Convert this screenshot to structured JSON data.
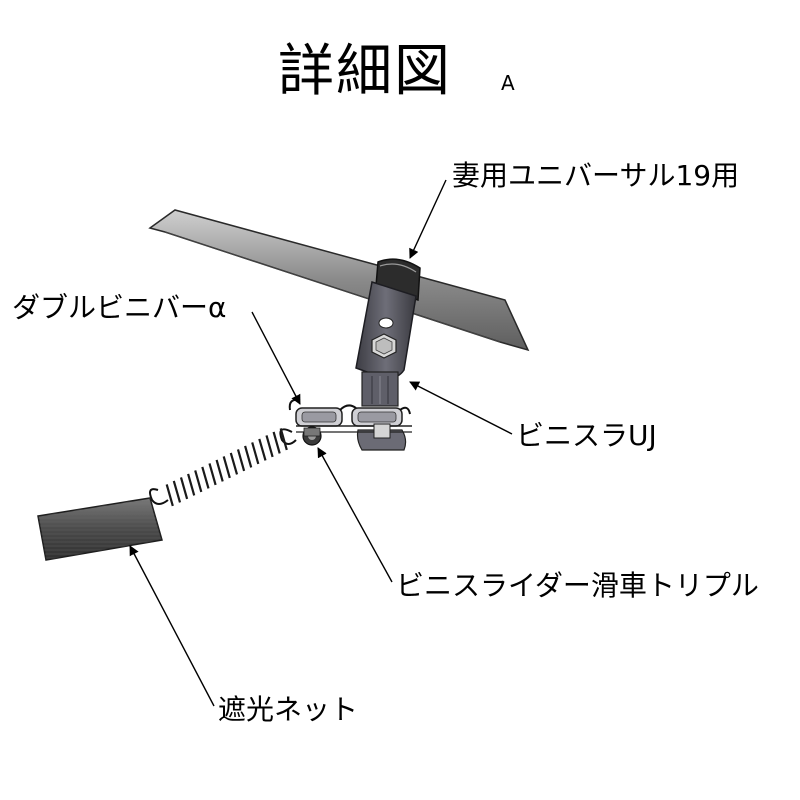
{
  "title": "詳細図",
  "title_sub": "A",
  "labels": {
    "purlin_clamp": "妻用ユニバーサル19用",
    "double_bar": "ダブルビニバーα",
    "slider_uj": "ビニスラUJ",
    "rider_pulley": "ビニスライダー滑車トリプル",
    "shade_net": "遮光ネット"
  },
  "colors": {
    "ink": "#000000",
    "pipe": "#8f8f8f",
    "bracket": "#5c5c66",
    "net": "#4a4a4a"
  }
}
